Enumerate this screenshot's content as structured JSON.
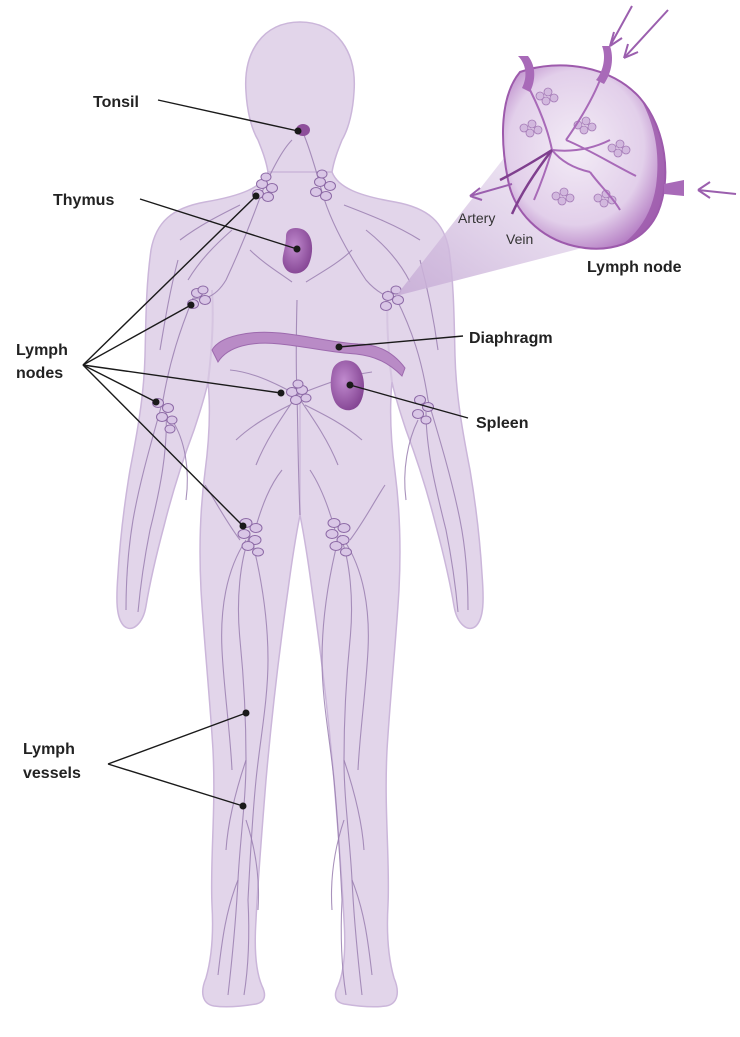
{
  "labels": {
    "tonsil": "Tonsil",
    "thymus": "Thymus",
    "lymph_nodes_line1": "Lymph",
    "lymph_nodes_line2": "nodes",
    "lymph_vessels_line1": "Lymph",
    "lymph_vessels_line2": "vessels",
    "diaphragm": "Diaphragm",
    "spleen": "Spleen",
    "lymph_node_inset": "Lymph node",
    "artery": "Artery",
    "vein": "Vein"
  },
  "colors": {
    "body_fill": "#e2d5ea",
    "body_stroke": "#cbb6da",
    "organ": "#8e4f9b",
    "organ_light": "#b884c4",
    "vessel": "#9a7fb0",
    "node_fill": "#d9c6e6",
    "inset_fill": "#e9dcef",
    "inset_rim": "#9d5aac",
    "arrow": "#9b5fae",
    "label_text": "#222222"
  }
}
